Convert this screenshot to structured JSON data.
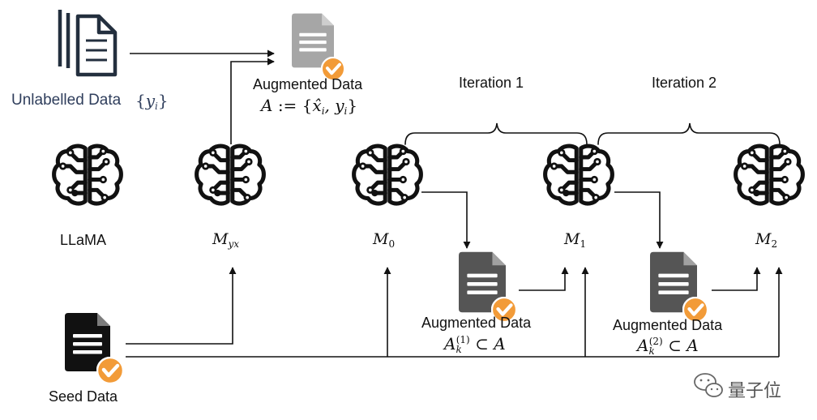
{
  "colors": {
    "line": "#111111",
    "doc_light": "#a6a6a6",
    "doc_mid": "#555555",
    "doc_dark": "#111111",
    "check": "#f29b38",
    "navy": "#232f3e",
    "unlabelled_text": "#2f3e5c"
  },
  "nodes": {
    "unlabelled": {
      "label": "Unlabelled Data",
      "math": "{yi}",
      "icon": "stacked-documents-icon"
    },
    "augmented_main": {
      "label": "Augmented Data",
      "math": "A := {x̂i, yi}",
      "icon": "document-check-icon"
    },
    "llama": {
      "label": "LLaMA",
      "icon": "brain-circuit-icon"
    },
    "m_yx": {
      "math": "Myx",
      "icon": "brain-circuit-icon"
    },
    "m0": {
      "math": "M0",
      "icon": "brain-circuit-icon"
    },
    "m1": {
      "math": "M1",
      "icon": "brain-circuit-icon"
    },
    "m2": {
      "math": "M2",
      "icon": "brain-circuit-icon"
    },
    "aug1": {
      "label": "Augmented Data",
      "math": "Ak(1) ⊂ A",
      "icon": "document-check-icon"
    },
    "aug2": {
      "label": "Augmented Data",
      "math": "Ak(2) ⊂ A",
      "icon": "document-check-icon"
    },
    "seed": {
      "label": "Seed Data",
      "icon": "document-check-icon"
    }
  },
  "iterations": [
    {
      "label": "Iteration 1"
    },
    {
      "label": "Iteration 2"
    }
  ],
  "watermark": {
    "text": "量子位",
    "icon": "wechat-icon"
  }
}
